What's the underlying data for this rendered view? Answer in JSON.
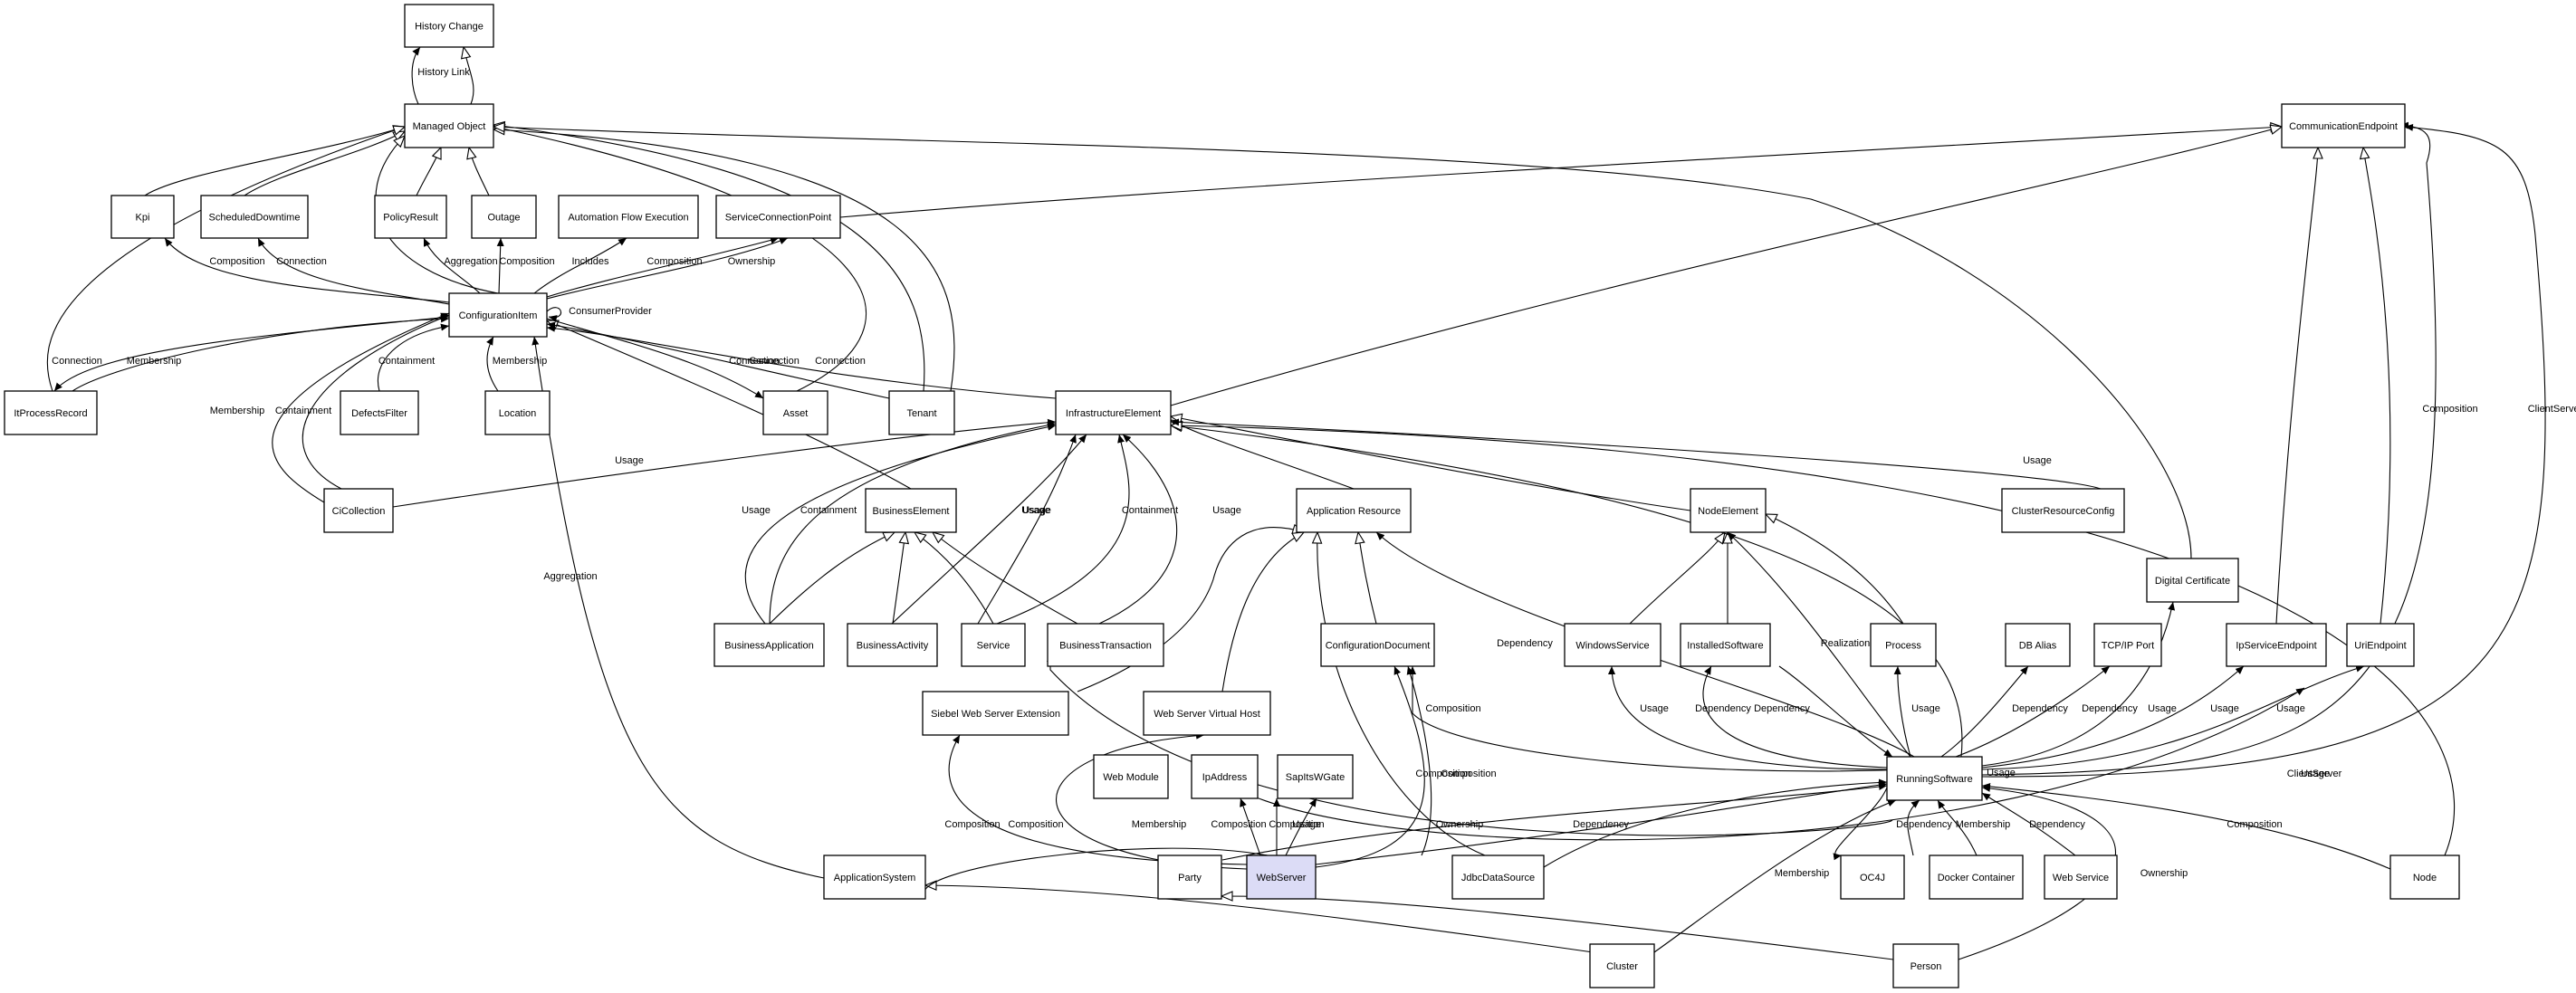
{
  "diagram": {
    "nodes": [
      {
        "id": "history",
        "label": "History Change"
      },
      {
        "id": "mo",
        "label": "Managed Object"
      },
      {
        "id": "kpi",
        "label": "Kpi"
      },
      {
        "id": "sched",
        "label": "ScheduledDowntime"
      },
      {
        "id": "policy",
        "label": "PolicyResult"
      },
      {
        "id": "outage",
        "label": "Outage"
      },
      {
        "id": "afe",
        "label": "Automation Flow Execution"
      },
      {
        "id": "scp",
        "label": "ServiceConnectionPoint"
      },
      {
        "id": "ci",
        "label": "ConfigurationItem"
      },
      {
        "id": "itpr",
        "label": "ItProcessRecord"
      },
      {
        "id": "defects",
        "label": "DefectsFilter"
      },
      {
        "id": "location",
        "label": "Location"
      },
      {
        "id": "asset",
        "label": "Asset"
      },
      {
        "id": "tenant",
        "label": "Tenant"
      },
      {
        "id": "infra",
        "label": "InfrastructureElement"
      },
      {
        "id": "cicoll",
        "label": "CiCollection"
      },
      {
        "id": "be",
        "label": "BusinessElement"
      },
      {
        "id": "appres",
        "label": "Application Resource"
      },
      {
        "id": "nodeel",
        "label": "NodeElement"
      },
      {
        "id": "crc",
        "label": "ClusterResourceConfig"
      },
      {
        "id": "dcert",
        "label": "Digital Certificate"
      },
      {
        "id": "bapp",
        "label": "BusinessApplication"
      },
      {
        "id": "bact",
        "label": "BusinessActivity"
      },
      {
        "id": "svc",
        "label": "Service"
      },
      {
        "id": "btx",
        "label": "BusinessTransaction"
      },
      {
        "id": "confdoc",
        "label": "ConfigurationDocument"
      },
      {
        "id": "winsvc",
        "label": "WindowsService"
      },
      {
        "id": "instsw",
        "label": "InstalledSoftware"
      },
      {
        "id": "process",
        "label": "Process"
      },
      {
        "id": "dbalias",
        "label": "DB Alias"
      },
      {
        "id": "tcpport",
        "label": "TCP/IP Port"
      },
      {
        "id": "ipse",
        "label": "IpServiceEndpoint"
      },
      {
        "id": "urlep",
        "label": "UriEndpoint"
      },
      {
        "id": "ce",
        "label": "CommunicationEndpoint"
      },
      {
        "id": "siebel",
        "label": "Siebel Web Server Extension"
      },
      {
        "id": "wsvh",
        "label": "Web Server Virtual Host"
      },
      {
        "id": "webmod",
        "label": "Web Module"
      },
      {
        "id": "ipaddr",
        "label": "IpAddress"
      },
      {
        "id": "sapits",
        "label": "SapItsWGate"
      },
      {
        "id": "rs",
        "label": "RunningSoftware"
      },
      {
        "id": "appsys",
        "label": "ApplicationSystem"
      },
      {
        "id": "party",
        "label": "Party"
      },
      {
        "id": "webserver",
        "label": "WebServer"
      },
      {
        "id": "jdbc",
        "label": "JdbcDataSource"
      },
      {
        "id": "oc4j",
        "label": "OC4J"
      },
      {
        "id": "docker",
        "label": "Docker Container"
      },
      {
        "id": "websvc",
        "label": "Web Service"
      },
      {
        "id": "node",
        "label": "Node"
      },
      {
        "id": "cluster",
        "label": "Cluster"
      },
      {
        "id": "person",
        "label": "Person"
      }
    ],
    "edges": [
      {
        "label": "History Link"
      },
      {
        "label": "ConsumerProvider"
      },
      {
        "label": "Composition"
      },
      {
        "label": "Connection"
      },
      {
        "label": "Aggregation"
      },
      {
        "label": "Composition"
      },
      {
        "label": "Includes"
      },
      {
        "label": "Composition"
      },
      {
        "label": "Ownership"
      },
      {
        "label": "Connection"
      },
      {
        "label": "Connection"
      },
      {
        "label": "Membership"
      },
      {
        "label": "Containment"
      },
      {
        "label": "Membership"
      },
      {
        "label": "Connection"
      },
      {
        "label": "Connection"
      },
      {
        "label": "Membership"
      },
      {
        "label": "Containment"
      },
      {
        "label": "Usage"
      },
      {
        "label": "Aggregation"
      },
      {
        "label": "Usage"
      },
      {
        "label": "Containment"
      },
      {
        "label": "Usage"
      },
      {
        "label": "Usage"
      },
      {
        "label": "Usage"
      },
      {
        "label": "Containment"
      },
      {
        "label": "Usage"
      },
      {
        "label": "Dependency"
      },
      {
        "label": "Composition"
      },
      {
        "label": "Usage"
      },
      {
        "label": "Dependency"
      },
      {
        "label": "Dependency"
      },
      {
        "label": "Realization"
      },
      {
        "label": "Usage"
      },
      {
        "label": "Dependency"
      },
      {
        "label": "Dependency"
      },
      {
        "label": "Usage"
      },
      {
        "label": "Usage"
      },
      {
        "label": "Usage"
      },
      {
        "label": "Composition"
      },
      {
        "label": "ClientServer"
      },
      {
        "label": "ClientServer"
      },
      {
        "label": "Usage"
      },
      {
        "label": "Dependency"
      },
      {
        "label": "Membership"
      },
      {
        "label": "Composition"
      },
      {
        "label": "Composition"
      },
      {
        "label": "Usage"
      },
      {
        "label": "Composition"
      },
      {
        "label": "Composition"
      },
      {
        "label": "Membership"
      },
      {
        "label": "Ownership"
      },
      {
        "label": "Dependency"
      },
      {
        "label": "Composition"
      },
      {
        "label": "Composition"
      },
      {
        "label": "Dependency"
      },
      {
        "label": "Membership"
      },
      {
        "label": "Ownership"
      },
      {
        "label": "Composition"
      },
      {
        "label": "Usage"
      }
    ]
  }
}
